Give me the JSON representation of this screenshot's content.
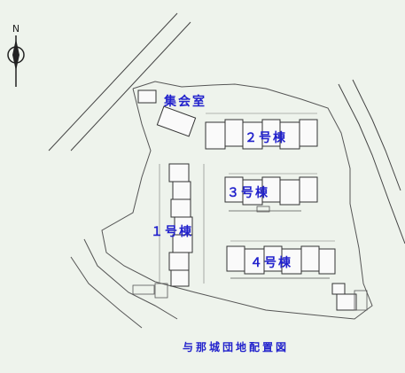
{
  "map": {
    "title": "与那城団地配置図",
    "buildings": [
      {
        "id": "b1",
        "label": "１号棟"
      },
      {
        "id": "b2",
        "label": "２号棟"
      },
      {
        "id": "b3",
        "label": "３号棟"
      },
      {
        "id": "b4",
        "label": "４号棟"
      }
    ],
    "facility": {
      "label": "集会室"
    },
    "compass": {
      "letter": "N"
    }
  }
}
